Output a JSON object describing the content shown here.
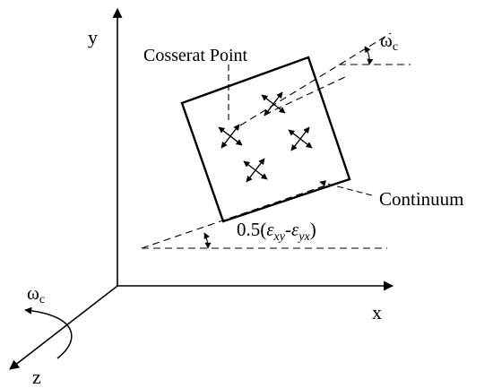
{
  "axes": {
    "x_label": "x",
    "y_label": "y",
    "z_label": "z"
  },
  "labels": {
    "cosserat_point": "Cosserat Point",
    "continuum": "Continuum",
    "omega_symbol": "ω",
    "omega_subscript": "c",
    "shear_prefix": "0.5(",
    "epsilon_symbol": "ε",
    "eps1_subscript": "xy",
    "minus": "-",
    "eps2_subscript": "yx",
    "shear_suffix": ")"
  },
  "colors": {
    "ink": "#000000",
    "background": "#ffffff"
  }
}
